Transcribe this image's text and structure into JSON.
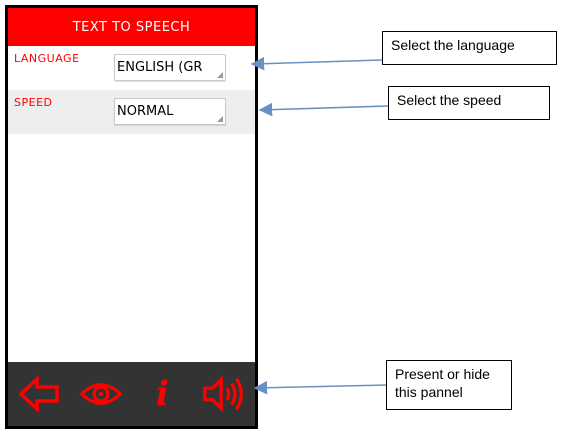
{
  "app": {
    "title": "TEXT TO SPEECH"
  },
  "settings": {
    "language": {
      "label": "LANGUAGE",
      "value": "ENGLISH (GR"
    },
    "speed": {
      "label": "SPEED",
      "value": "NORMAL"
    }
  },
  "bottom_bar": {
    "icons": [
      "back-arrow-icon",
      "eye-icon",
      "info-icon",
      "speaker-icon"
    ],
    "info_glyph": "i"
  },
  "annotations": {
    "language": "Select the language",
    "speed": "Select the speed",
    "panel": "Present or hide this pannel"
  },
  "colors": {
    "accent": "#ff0000",
    "bottom_bar": "#333333",
    "row_alt": "#eeeeee",
    "arrow": "#6a8fc4"
  }
}
